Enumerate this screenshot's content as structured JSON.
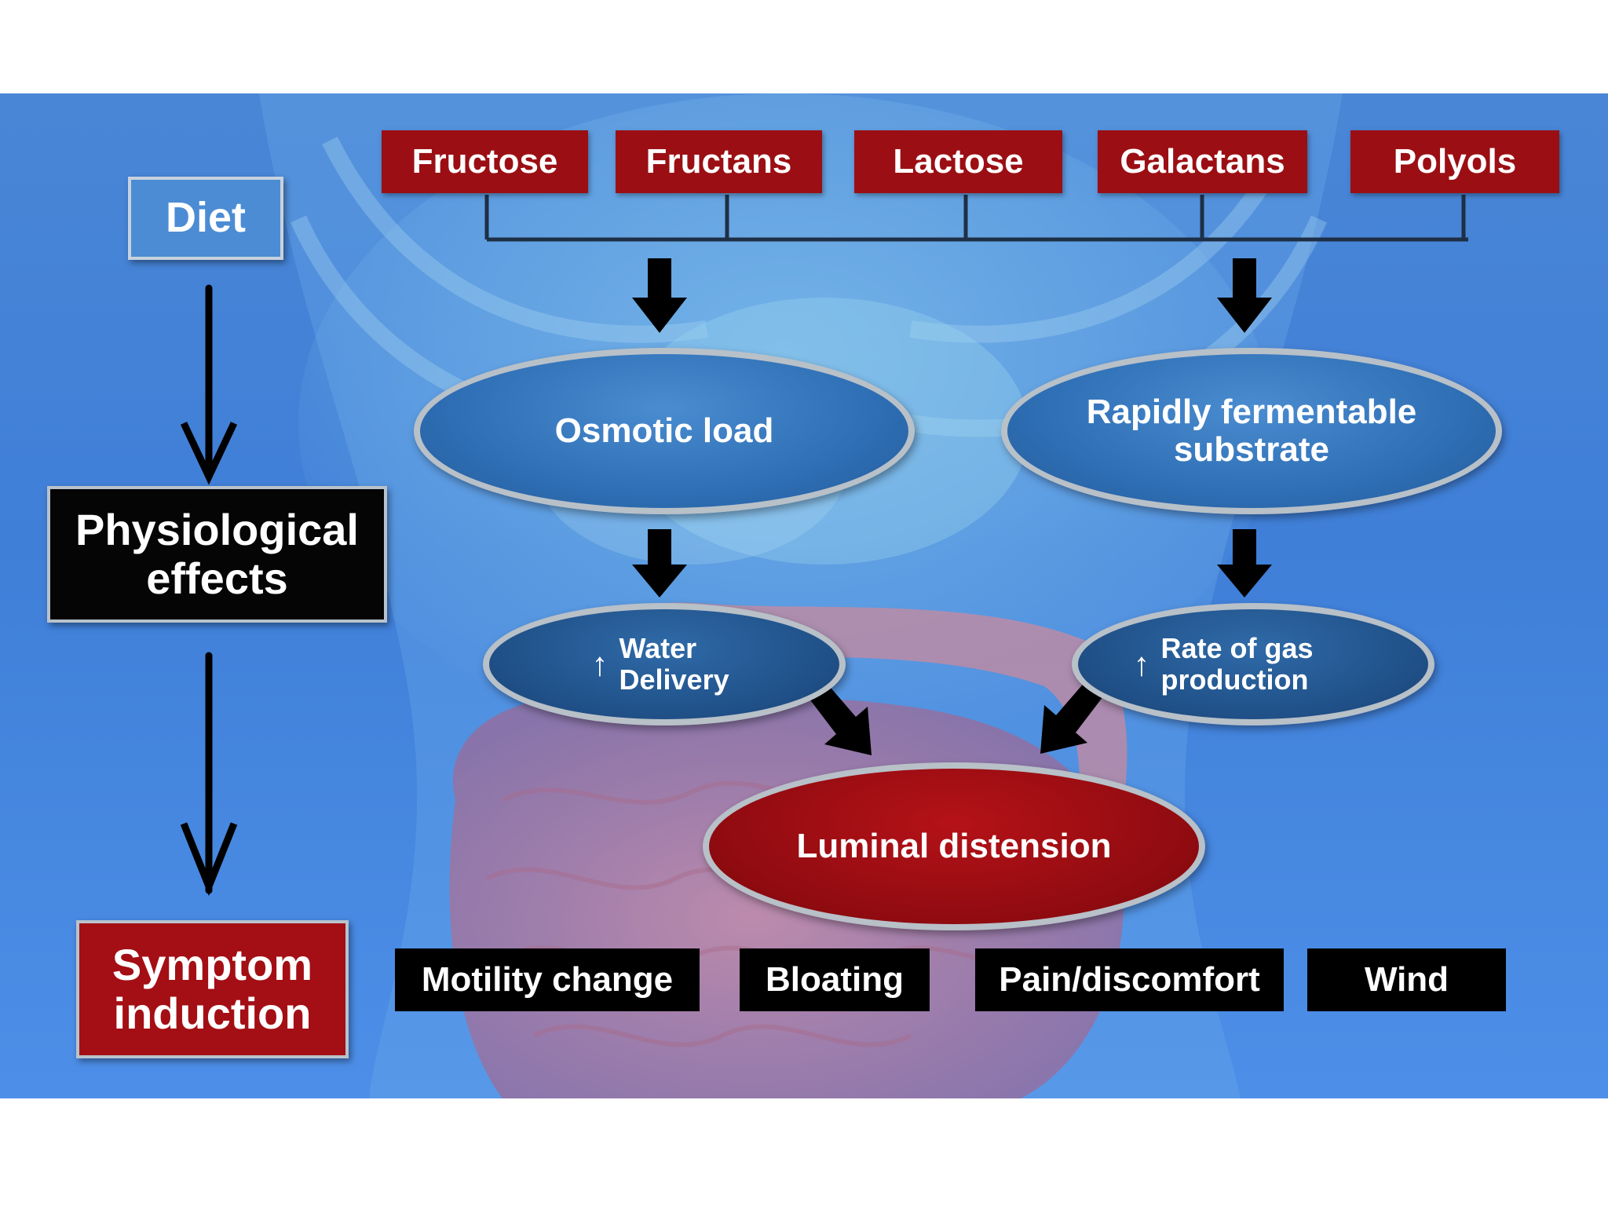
{
  "diet": {
    "label": "Diet",
    "sugars": [
      "Fructose",
      "Fructans",
      "Lactose",
      "Galactans",
      "Polyols"
    ]
  },
  "physiological": {
    "label": "Physiological effects",
    "osmotic": "Osmotic load",
    "fermentable": "Rapidly fermentable substrate",
    "water": "Water Delivery",
    "gas": "Rate of gas production",
    "up_symbol": "↑",
    "distension": "Luminal distension"
  },
  "symptoms": {
    "label": "Symptom induction",
    "items": [
      "Motility change",
      "Bloating",
      "Pain/discomfort",
      "Wind"
    ]
  },
  "colors": {
    "background": "#4a86d6",
    "sugar_box": "#9b0f14",
    "distension": "#9b0f14",
    "oval_blue": "#2f6fb5",
    "oval_dark_blue": "#1f4f86",
    "symptom_box": "#000000",
    "arrow": "#000000"
  }
}
